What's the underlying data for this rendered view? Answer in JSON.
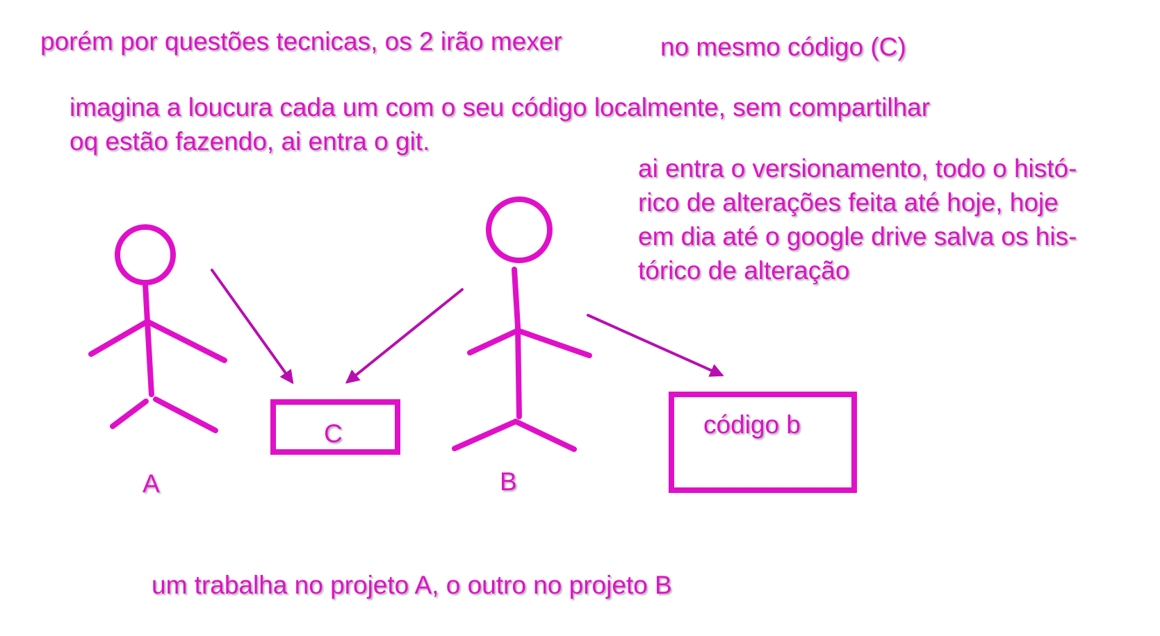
{
  "annotations": {
    "line_1a": "porém por questões tecnicas, os 2 irão mexer",
    "line_1b": "no mesmo código  (C)",
    "imagina_lines": [
      "imagina  a loucura cada um com o seu código localmente, sem compartilhar",
      "oq estão fazendo, ai entra o git."
    ],
    "versionamento_lines": [
      "ai entra o versionamento, todo o histó-",
      "rico de alterações feita até hoje, hoje",
      "em dia até o google drive salva os his-",
      "tórico de alteração"
    ],
    "bottom_note": "um trabalha no projeto A, o outro no projeto B"
  },
  "figures": {
    "person_a_label": "A",
    "person_b_label": "B"
  },
  "boxes": {
    "shared_code_label": "C",
    "code_b_label": "código b"
  },
  "colors": {
    "ink": "#e010c8",
    "arrow": "#b80eb0",
    "background": "#ffffff"
  }
}
